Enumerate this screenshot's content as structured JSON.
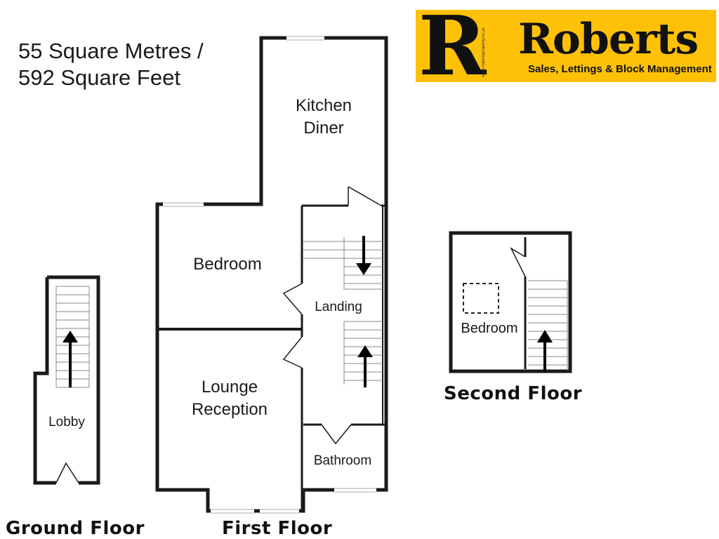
{
  "area": {
    "line1": "55 Square Metres /",
    "line2": "592 Square Feet"
  },
  "logo": {
    "initial": "R",
    "name": "Roberts",
    "tagline": "Sales, Lettings & Block Management",
    "website": "www.robertsproperty.co.uk",
    "background_color": "#fec107"
  },
  "floors": {
    "ground": "Ground Floor",
    "first": "First Floor",
    "second": "Second Floor"
  },
  "rooms": {
    "kitchen_line1": "Kitchen",
    "kitchen_line2": "Diner",
    "bedroom": "Bedroom",
    "landing": "Landing",
    "lounge_line1": "Lounge",
    "lounge_line2": "Reception",
    "bathroom": "Bathroom",
    "lobby": "Lobby",
    "second_bedroom": "Bedroom"
  }
}
